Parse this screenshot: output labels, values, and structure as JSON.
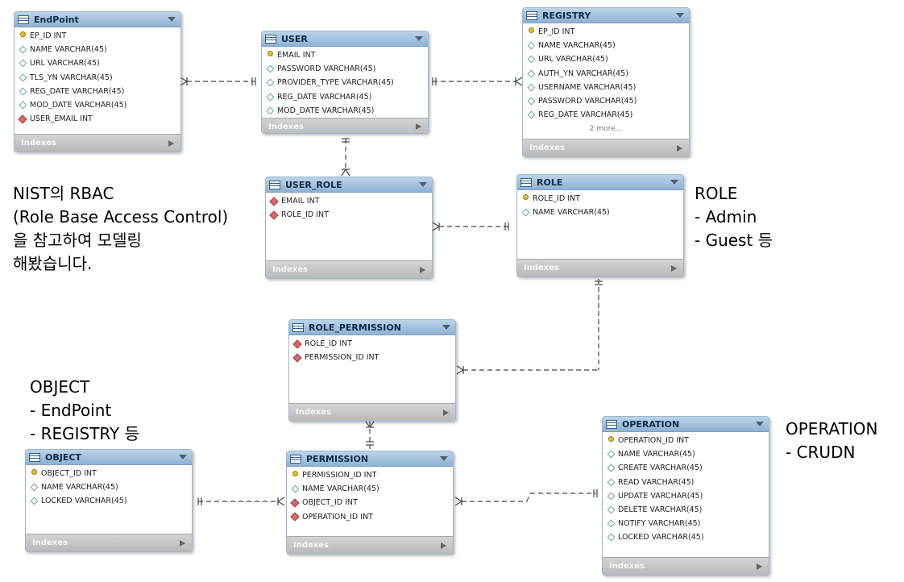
{
  "indexes_label": "Indexes",
  "colors": {
    "header": "#a9c4e0",
    "indexes_bar": "#c6c6c6",
    "pk_icon": "#e2c12c",
    "fk_icon": "#d96a6a",
    "column_icon": "#6aa5b0"
  },
  "tables": {
    "endpoint": {
      "name": "EndPoint",
      "columns": [
        {
          "icon": "pk",
          "text": "EP_ID INT"
        },
        {
          "icon": "col",
          "text": "NAME VARCHAR(45)"
        },
        {
          "icon": "col",
          "text": "URL VARCHAR(45)"
        },
        {
          "icon": "col",
          "text": "TLS_YN VARCHAR(45)"
        },
        {
          "icon": "col",
          "text": "REG_DATE VARCHAR(45)"
        },
        {
          "icon": "col",
          "text": "MOD_DATE VARCHAR(45)"
        },
        {
          "icon": "fk",
          "text": "USER_EMAIL INT"
        }
      ]
    },
    "user": {
      "name": "USER",
      "columns": [
        {
          "icon": "pk",
          "text": "EMAIL INT"
        },
        {
          "icon": "col",
          "text": "PASSWORD VARCHAR(45)"
        },
        {
          "icon": "col",
          "text": "PROVIDER_TYPE VARCHAR(45)"
        },
        {
          "icon": "col",
          "text": "REG_DATE VARCHAR(45)"
        },
        {
          "icon": "col",
          "text": "MOD_DATE VARCHAR(45)"
        }
      ]
    },
    "registry": {
      "name": "REGISTRY",
      "more": "2 more...",
      "columns": [
        {
          "icon": "pk",
          "text": "EP_ID INT"
        },
        {
          "icon": "col",
          "text": "NAME VARCHAR(45)"
        },
        {
          "icon": "col",
          "text": "URL VARCHAR(45)"
        },
        {
          "icon": "col",
          "text": "AUTH_YN VARCHAR(45)"
        },
        {
          "icon": "col",
          "text": "USERNAME VARCHAR(45)"
        },
        {
          "icon": "col",
          "text": "PASSWORD VARCHAR(45)"
        },
        {
          "icon": "col",
          "text": "REG_DATE VARCHAR(45)"
        }
      ]
    },
    "user_role": {
      "name": "USER_ROLE",
      "columns": [
        {
          "icon": "fk",
          "text": "EMAIL INT"
        },
        {
          "icon": "fk",
          "text": "ROLE_ID INT"
        }
      ]
    },
    "role": {
      "name": "ROLE",
      "columns": [
        {
          "icon": "pk",
          "text": "ROLE_ID INT"
        },
        {
          "icon": "col",
          "text": "NAME VARCHAR(45)"
        }
      ]
    },
    "role_permission": {
      "name": "ROLE_PERMISSION",
      "columns": [
        {
          "icon": "fk",
          "text": "ROLE_ID INT"
        },
        {
          "icon": "fk",
          "text": "PERMISSION_ID INT"
        }
      ]
    },
    "object": {
      "name": "OBJECT",
      "columns": [
        {
          "icon": "pk",
          "text": "OBJECT_ID INT"
        },
        {
          "icon": "col",
          "text": "NAME VARCHAR(45)"
        },
        {
          "icon": "col",
          "text": "LOCKED VARCHAR(45)"
        }
      ]
    },
    "permission": {
      "name": "PERMISSION",
      "columns": [
        {
          "icon": "pk",
          "text": "PERMISSION_ID INT"
        },
        {
          "icon": "col",
          "text": "NAME VARCHAR(45)"
        },
        {
          "icon": "fk",
          "text": "OBJECT_ID INT"
        },
        {
          "icon": "fk",
          "text": "OPERATION_ID INT"
        }
      ]
    },
    "operation": {
      "name": "OPERATION",
      "columns": [
        {
          "icon": "pk",
          "text": "OPERATION_ID INT"
        },
        {
          "icon": "col",
          "text": "NAME VARCHAR(45)"
        },
        {
          "icon": "col",
          "text": "CREATE VARCHAR(45)"
        },
        {
          "icon": "col",
          "text": "READ VARCHAR(45)"
        },
        {
          "icon": "col",
          "text": "UPDATE VARCHAR(45)"
        },
        {
          "icon": "col",
          "text": "DELETE VARCHAR(45)"
        },
        {
          "icon": "col",
          "text": "NOTIFY VARCHAR(45)"
        },
        {
          "icon": "col",
          "text": "LOCKED VARCHAR(45)"
        }
      ]
    }
  },
  "notes": {
    "rbac": "NIST의 RBAC\n(Role Base Access Control)\n을 참고하여 모델링\n해봤습니다.",
    "role": "ROLE\n- Admin\n- Guest 등",
    "object": "OBJECT\n- EndPoint\n- REGISTRY 등",
    "operation": "OPERATION\n- CRUDN"
  }
}
